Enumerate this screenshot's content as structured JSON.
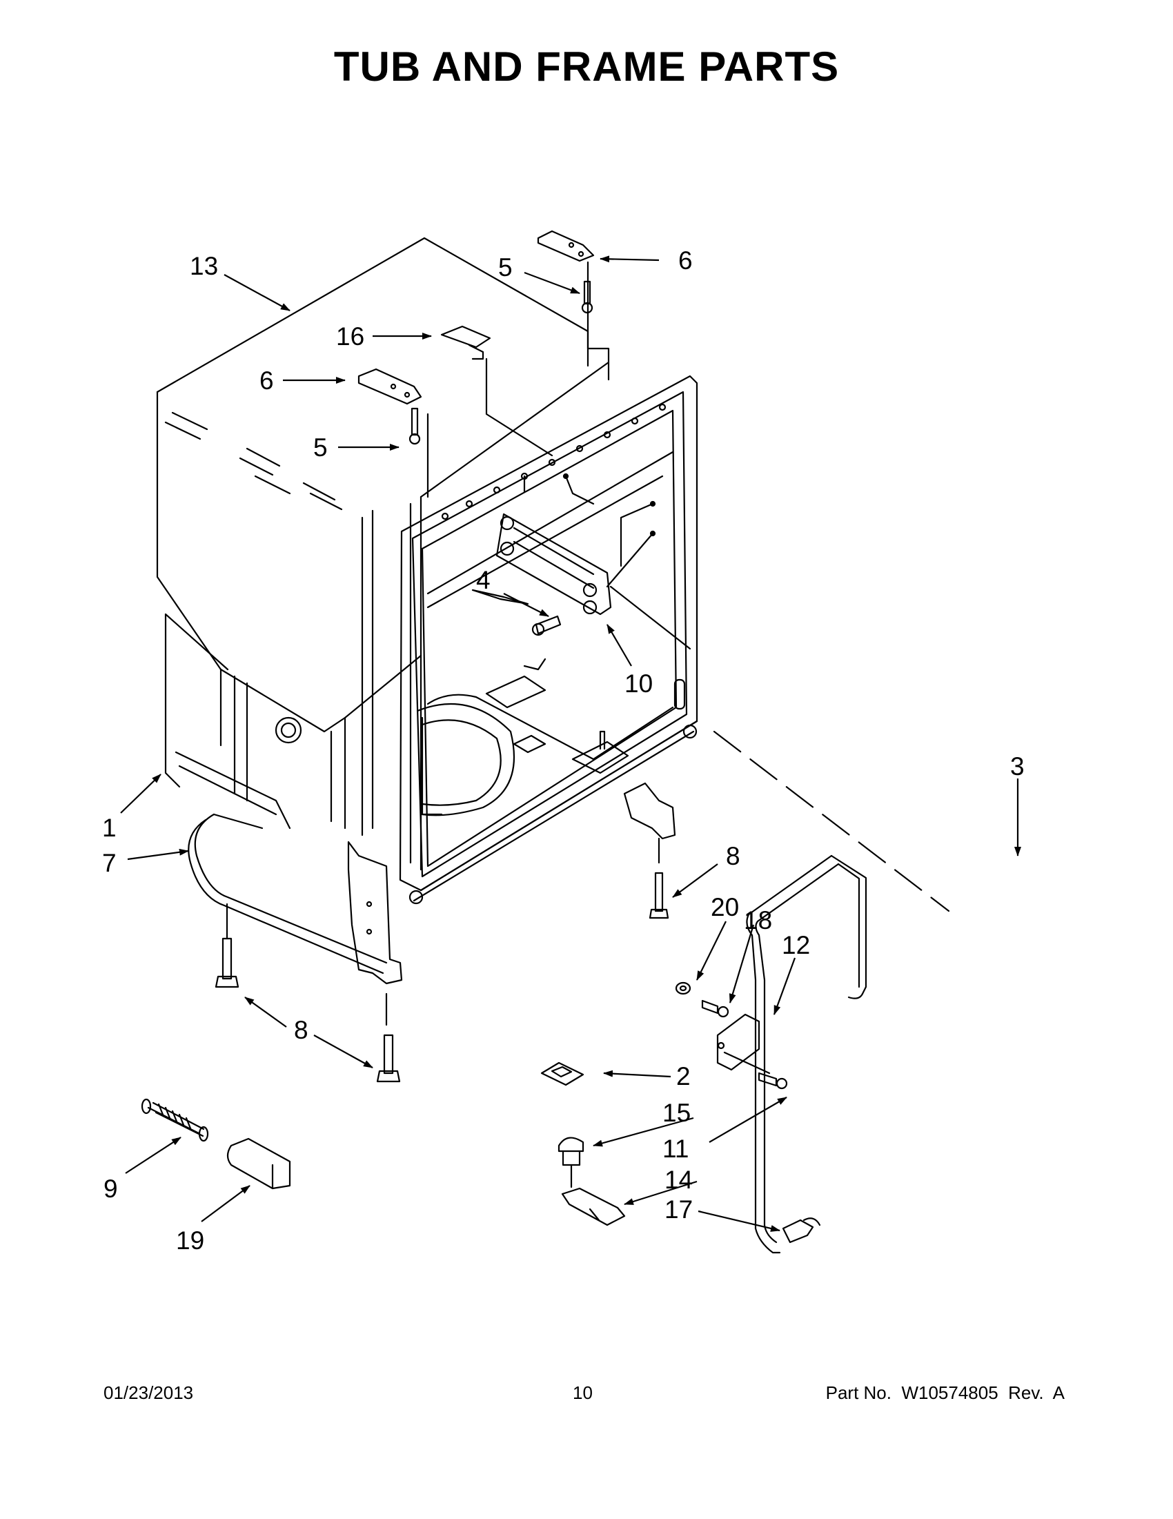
{
  "title": "TUB AND FRAME PARTS",
  "callouts": [
    {
      "id": "13",
      "label": "13"
    },
    {
      "id": "5a",
      "label": "5"
    },
    {
      "id": "6a",
      "label": "6"
    },
    {
      "id": "16",
      "label": "16"
    },
    {
      "id": "6b",
      "label": "6"
    },
    {
      "id": "5b",
      "label": "5"
    },
    {
      "id": "4",
      "label": "4"
    },
    {
      "id": "10",
      "label": "10"
    },
    {
      "id": "3",
      "label": "3"
    },
    {
      "id": "1",
      "label": "1"
    },
    {
      "id": "7",
      "label": "7"
    },
    {
      "id": "8a",
      "label": "8"
    },
    {
      "id": "20",
      "label": "20"
    },
    {
      "id": "18",
      "label": "18"
    },
    {
      "id": "12",
      "label": "12"
    },
    {
      "id": "8b",
      "label": "8"
    },
    {
      "id": "2",
      "label": "2"
    },
    {
      "id": "15",
      "label": "15"
    },
    {
      "id": "11",
      "label": "11"
    },
    {
      "id": "14",
      "label": "14"
    },
    {
      "id": "17",
      "label": "17"
    },
    {
      "id": "9",
      "label": "9"
    },
    {
      "id": "19",
      "label": "19"
    }
  ],
  "footer": {
    "date": "01/23/2013",
    "page": "10",
    "part": "Part No.  W10574805  Rev.  A"
  }
}
